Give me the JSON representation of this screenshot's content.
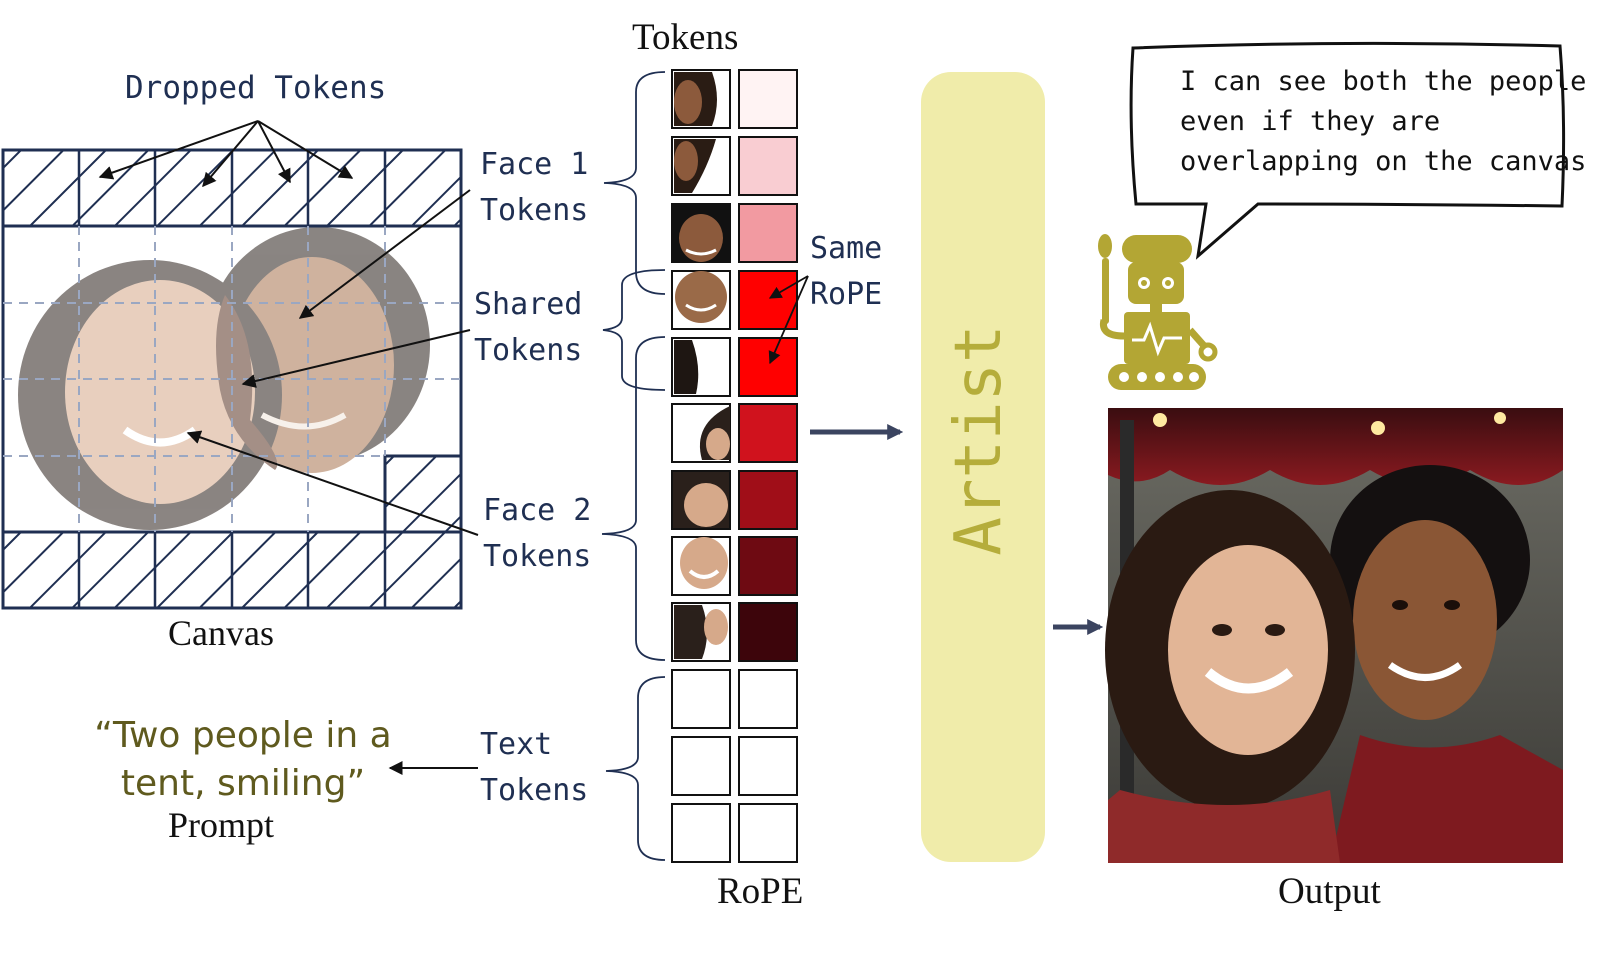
{
  "labels": {
    "dropped_tokens": "Dropped Tokens",
    "face1_line1": "Face 1",
    "face1_line2": "Tokens",
    "shared_line1": "Shared",
    "shared_line2": "Tokens",
    "face2_line1": "Face 2",
    "face2_line2": "Tokens",
    "text_line1": "Text",
    "text_line2": "Tokens",
    "same_line1": "Same",
    "same_line2": "RoPE",
    "canvas": "Canvas",
    "prompt_caption": "Prompt",
    "tokens_header": "Tokens",
    "rope_caption": "RoPE",
    "artist": "Artist",
    "output": "Output"
  },
  "prompt": {
    "line1": "“Two people in a",
    "line2": "tent, smiling”"
  },
  "speech_bubble": {
    "line1": "I can see both the people",
    "line2": "even if they are",
    "line3": "overlapping on the canvas"
  },
  "colors": {
    "navy": "#1f2f52",
    "artist_fill": "#f0ecaa",
    "artist_text": "#b5ad3b",
    "robot": "#b3a634",
    "prompt_text": "#5f5a1e"
  },
  "rope_colors": [
    "#fff3f3",
    "#f9cdd2",
    "#f29aa1",
    "#ff0000",
    "#ff0000",
    "#d0121d",
    "#a00e18",
    "#6e0a12",
    "#3d050b",
    "#ffffff",
    "#ffffff",
    "#ffffff"
  ]
}
